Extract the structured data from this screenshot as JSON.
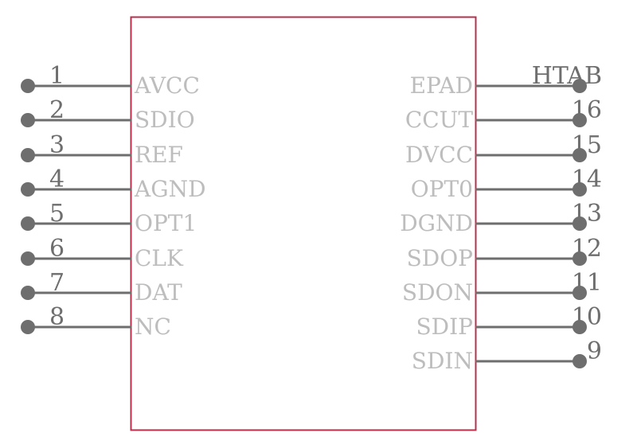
{
  "colors": {
    "body_outline": "#b5314c",
    "pin_line": "#6e6e6e",
    "pin_dot": "#6e6e6e",
    "pin_number_text": "#6e6e6e",
    "pin_name_text": "#bdbdbd"
  },
  "left_pins": [
    {
      "number": "1",
      "name": "AVCC"
    },
    {
      "number": "2",
      "name": "SDIO"
    },
    {
      "number": "3",
      "name": "REF"
    },
    {
      "number": "4",
      "name": "AGND"
    },
    {
      "number": "5",
      "name": "OPT1"
    },
    {
      "number": "6",
      "name": "CLK"
    },
    {
      "number": "7",
      "name": "DAT"
    },
    {
      "number": "8",
      "name": "NC"
    }
  ],
  "right_pins": [
    {
      "number": "HTAB",
      "name": "EPAD"
    },
    {
      "number": "16",
      "name": "CCUT"
    },
    {
      "number": "15",
      "name": "DVCC"
    },
    {
      "number": "14",
      "name": "OPT0"
    },
    {
      "number": "13",
      "name": "DGND"
    },
    {
      "number": "12",
      "name": "SDOP"
    },
    {
      "number": "11",
      "name": "SDON"
    },
    {
      "number": "10",
      "name": "SDIP"
    },
    {
      "number": "9",
      "name": "SDIN"
    }
  ]
}
